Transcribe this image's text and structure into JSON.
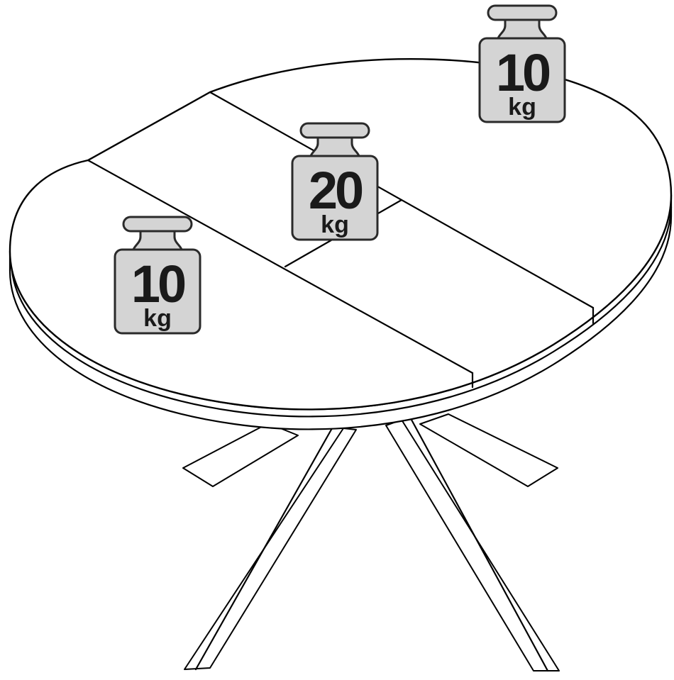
{
  "colors": {
    "weight_fill": "#d4d4d4",
    "weight_stroke": "#2a2a2a",
    "line": "#000000",
    "background": "#ffffff"
  },
  "weights": [
    {
      "value": "10",
      "unit": "kg"
    },
    {
      "value": "20",
      "unit": "kg"
    },
    {
      "value": "10",
      "unit": "kg"
    }
  ]
}
